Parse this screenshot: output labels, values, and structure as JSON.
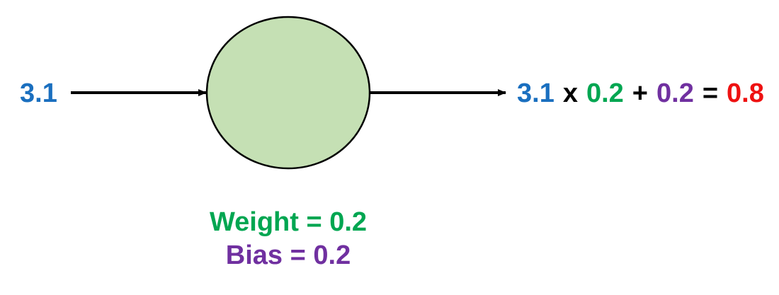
{
  "input": {
    "value": "3.1"
  },
  "equation": {
    "input_term": "3.1",
    "times_sign": "x",
    "weight_term": "0.2",
    "plus_sign": "+",
    "bias_term": "0.2",
    "equals_sign": "=",
    "result": "0.8"
  },
  "parameters": {
    "weight_label": "Weight = 0.2",
    "bias_label": "Bias = 0.2"
  },
  "colors": {
    "input": "#1a6fbf",
    "weight": "#00a651",
    "bias": "#7030a0",
    "result": "#ee1111",
    "operator": "#000000",
    "neuron_fill": "#c5e0b4",
    "neuron_stroke": "#000000",
    "arrow": "#000000"
  }
}
